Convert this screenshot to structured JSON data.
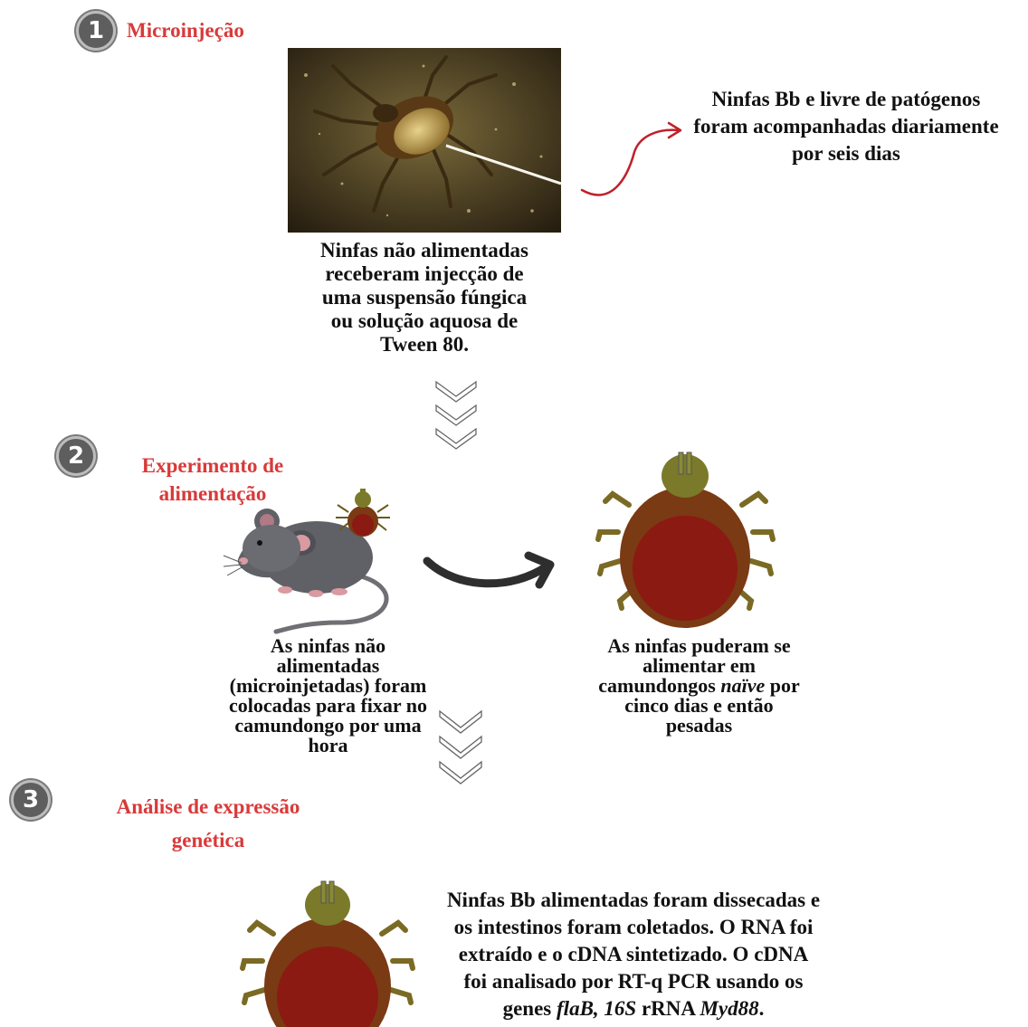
{
  "step1": {
    "number": "1",
    "title": "Microinjeção",
    "caption": [
      "Ninfas não alimentadas",
      "receberam injecção de",
      "uma suspensão fúngica",
      "ou solução aquosa de",
      "Tween 80."
    ],
    "side_note": [
      "Ninfas Bb e livre de patógenos",
      "foram acompanhadas diariamente",
      "por seis dias"
    ]
  },
  "step2": {
    "number": "2",
    "title": [
      "Experimento de",
      "alimentação"
    ],
    "left_caption": [
      "As ninfas não",
      "alimentadas",
      "(microinjetadas) foram",
      "colocadas para fixar no",
      "camundongo por uma",
      "hora"
    ],
    "right_caption_lines": [
      "As ninfas puderam se",
      "alimentar em"
    ],
    "right_caption_line3_pre": "camundongos ",
    "right_caption_line3_em": "naïve",
    "right_caption_line3_post": " por",
    "right_caption_rest": [
      "cinco dias e então",
      "pesadas"
    ]
  },
  "step3": {
    "number": "3",
    "title": [
      "Análise de expressão",
      "genética"
    ],
    "caption_lines": [
      "Ninfas Bb alimentadas foram dissecadas e",
      "os intestinos foram coletados. O RNA foi",
      "extraído e o cDNA sintetizado. O cDNA",
      "foi analisado por RT-q PCR  usando os"
    ],
    "last_pre": "genes ",
    "last_em1": "flaB, 16S",
    "last_mid": " rRNA ",
    "last_em2": "Myd88",
    "last_post": "."
  },
  "colors": {
    "accent_red": "#d83a3a",
    "badge_gray": "#5e5e5e",
    "tick_body": "#7a3a14",
    "tick_abdomen": "#8b1a12",
    "tick_head": "#7a7a2a",
    "mouse_gray": "#5f6166"
  }
}
